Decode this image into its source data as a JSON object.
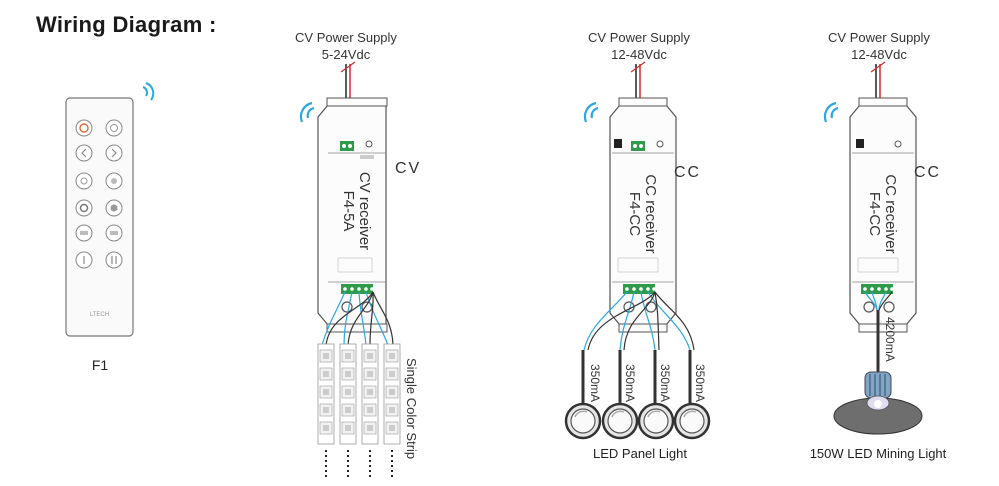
{
  "title": "Wiring Diagram :",
  "remote": {
    "label": "F1",
    "brand": "LTECH"
  },
  "receivers": [
    {
      "psu_line1": "CV Power Supply",
      "psu_line2": "5-24Vdc",
      "mode": "CV",
      "name_line1": "CV receiver",
      "name_line2": "F4-5A"
    },
    {
      "psu_line1": "CV Power Supply",
      "psu_line2": "12-48Vdc",
      "mode": "CC",
      "name_line1": "CC receiver",
      "name_line2": "F4-CC"
    },
    {
      "psu_line1": "CV Power Supply",
      "psu_line2": "12-48Vdc",
      "mode": "CC",
      "name_line1": "CC receiver",
      "name_line2": "F4-CC"
    }
  ],
  "loads": {
    "strip": "Single Color Strip",
    "panel_current": "350mA",
    "panel": "LED Panel Light",
    "mining_current": "4200mA",
    "mining": "150W LED Mining Light"
  }
}
